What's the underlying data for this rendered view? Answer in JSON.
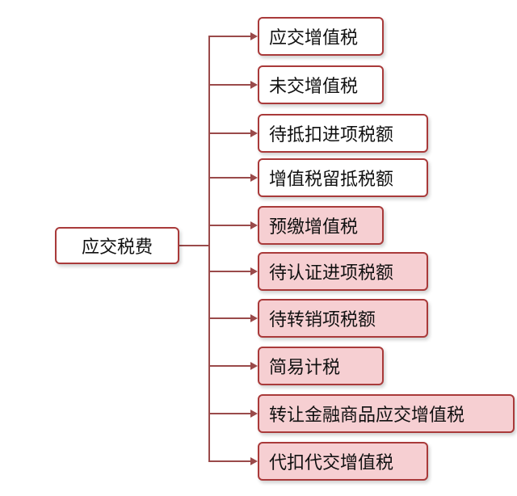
{
  "root": {
    "label": "应交税费"
  },
  "children": [
    {
      "label": "应交增值税",
      "highlighted": false
    },
    {
      "label": "未交增值税",
      "highlighted": false
    },
    {
      "label": "待抵扣进项税额",
      "highlighted": false
    },
    {
      "label": "增值税留抵税额",
      "highlighted": false
    },
    {
      "label": "预缴增值税",
      "highlighted": true
    },
    {
      "label": "待认证进项税额",
      "highlighted": true
    },
    {
      "label": "待转销项税额",
      "highlighted": true
    },
    {
      "label": "简易计税",
      "highlighted": true
    },
    {
      "label": "转让金融商品应交增值税",
      "highlighted": true
    },
    {
      "label": "代扣代交增值税",
      "highlighted": true
    }
  ],
  "colors": {
    "border": "#a93a3a",
    "connector": "#9a4a4a",
    "highlight_fill": "#f6cfd2",
    "normal_fill": "#ffffff"
  }
}
